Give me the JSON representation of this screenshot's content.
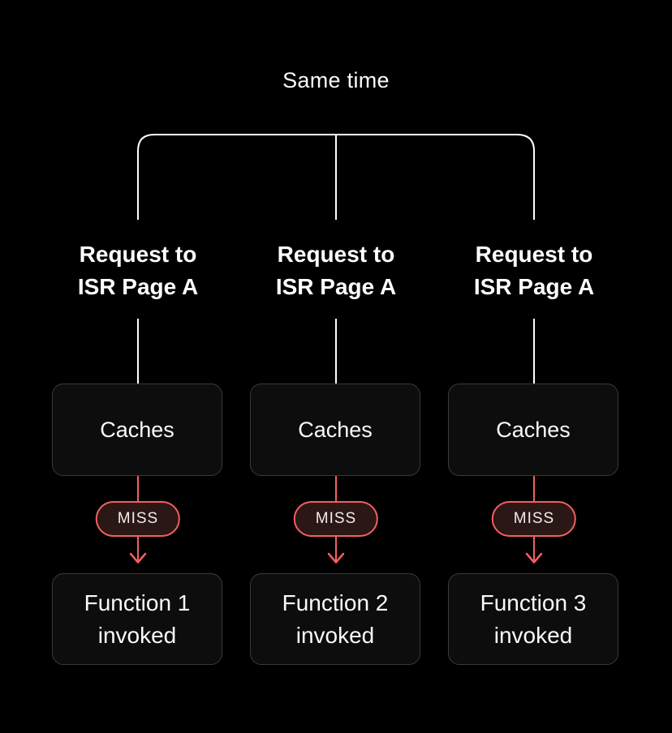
{
  "diagram": {
    "title": "Same time",
    "colors": {
      "background": "#000000",
      "bracket_line": "#ffffff",
      "accent_red": "#f45f5f",
      "box_background": "#0d0d0d",
      "box_border": "#3a3a3a",
      "miss_badge_background": "#2a1716",
      "text": "#fafafa"
    },
    "columns": [
      {
        "request_line1": "Request to",
        "request_line2": "ISR Page A",
        "cache_label": "Caches",
        "miss_label": "MISS",
        "function_line1": "Function 1",
        "function_line2": "invoked"
      },
      {
        "request_line1": "Request to",
        "request_line2": "ISR Page A",
        "cache_label": "Caches",
        "miss_label": "MISS",
        "function_line1": "Function 2",
        "function_line2": "invoked"
      },
      {
        "request_line1": "Request to",
        "request_line2": "ISR Page A",
        "cache_label": "Caches",
        "miss_label": "MISS",
        "function_line1": "Function 3",
        "function_line2": "invoked"
      }
    ]
  }
}
